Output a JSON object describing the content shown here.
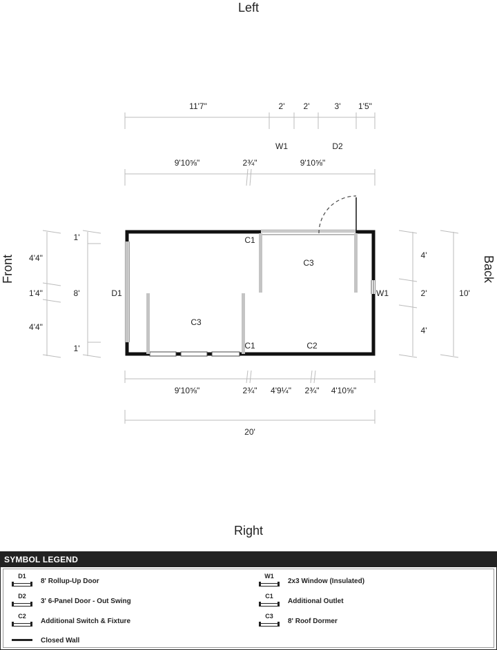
{
  "sides": {
    "top": "Left",
    "bottom": "Right",
    "left": "Front",
    "right": "Back"
  },
  "dims": {
    "top_row1": [
      "11'7\"",
      "2'",
      "2'",
      "3'",
      "1'5\""
    ],
    "top_row2": [
      "9'10⅝\"",
      "2¾\"",
      "9'10⅝\""
    ],
    "bottom_row1": [
      "9'10⅝\"",
      "2¾\"",
      "4'9¼\"",
      "2¾\"",
      "4'10⅝\""
    ],
    "bottom_total": "20'",
    "left_segments": [
      "4'4\"",
      "1'4\"",
      "4'4\""
    ],
    "left_inner": [
      "1'",
      "8'",
      "1'"
    ],
    "right_segments": [
      "4'",
      "2'",
      "4'"
    ],
    "right_total": "10'"
  },
  "labels": {
    "w1_top": "W1",
    "d2_top": "D2",
    "d1": "D1",
    "w1_right": "W1",
    "c1_top": "C1",
    "c1_bottom": "C1",
    "c2": "C2",
    "c3_right": "C3",
    "c3_left": "C3"
  },
  "legend": {
    "title": "SYMBOL LEGEND",
    "items": [
      {
        "code": "D1",
        "label": "8' Rollup-Up Door"
      },
      {
        "code": "W1",
        "label": "2x3 Window (Insulated)"
      },
      {
        "code": "D2",
        "label": "3' 6-Panel Door - Out Swing"
      },
      {
        "code": "C1",
        "label": "Additional Outlet"
      },
      {
        "code": "C2",
        "label": "Additional Switch & Fixture"
      },
      {
        "code": "C3",
        "label": "8' Roof Dormer"
      },
      {
        "code": "",
        "label": "Closed Wall"
      }
    ]
  }
}
